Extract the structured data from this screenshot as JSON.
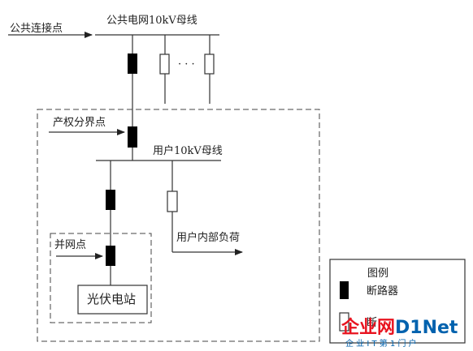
{
  "labels": {
    "public_connection_point": "公共连接点",
    "public_grid_bus": "公共电网10kV母线",
    "ellipsis": "· · ·",
    "property_boundary_point": "产权分界点",
    "user_bus": "用户10kV母线",
    "grid_connection_point": "并网点",
    "pv_station": "光伏电站",
    "user_internal_load": "用户内部负荷"
  },
  "legend": {
    "title": "图例",
    "breaker_label": "断路器",
    "obscured_label": "断"
  },
  "watermark": {
    "main_cn": "企业网",
    "main_en": "D1Net",
    "sub": "企 业 I T 第 1 门 户"
  },
  "colors": {
    "line": "#333333",
    "breaker_fill": "#000000",
    "watermark_red": "#e8131f",
    "watermark_orange": "#f39800",
    "watermark_blue": "#0062ae"
  }
}
